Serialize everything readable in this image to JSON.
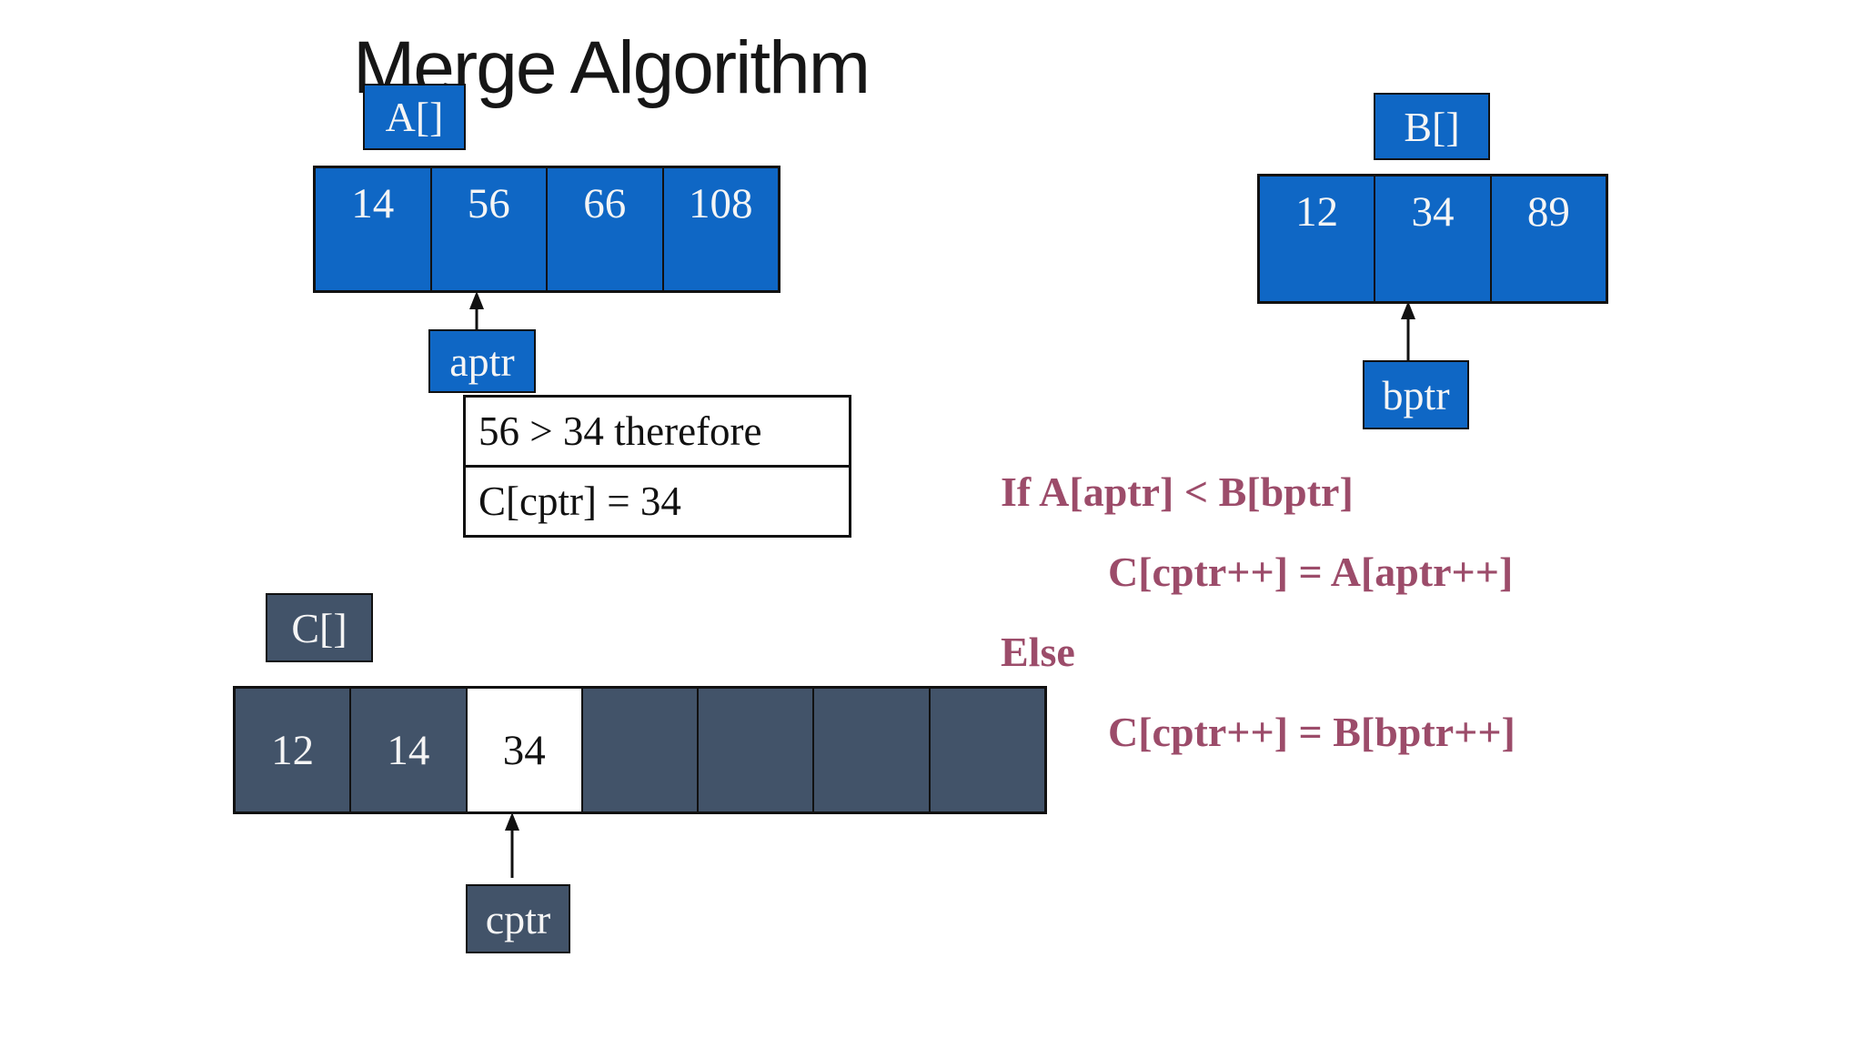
{
  "slide": {
    "title": "Merge Algorithm"
  },
  "colors": {
    "array_blue": "#0F67C5",
    "array_slate": "#425369",
    "code_maroon": "#9C4C6A",
    "line_black": "#111111",
    "highlight_white": "#FFFFFF"
  },
  "array_a": {
    "label": "A[]",
    "pointer_label": "aptr",
    "values": [
      "14",
      "56",
      "66",
      "108"
    ]
  },
  "array_b": {
    "label": "B[]",
    "pointer_label": "bptr",
    "values": [
      "12",
      "34",
      "89"
    ]
  },
  "array_c": {
    "label": "C[]",
    "pointer_label": "cptr",
    "values": [
      "12",
      "14",
      "34",
      "",
      "",
      "",
      ""
    ],
    "highlight_index": 2
  },
  "note_box": {
    "line1": "56 > 34 therefore",
    "line2": "C[cptr] = 34"
  },
  "pseudocode": {
    "line1": "If A[aptr] < B[bptr]",
    "line2": "C[cptr++] = A[aptr++]",
    "line3": "Else",
    "line4": "C[cptr++] = B[bptr++]"
  }
}
